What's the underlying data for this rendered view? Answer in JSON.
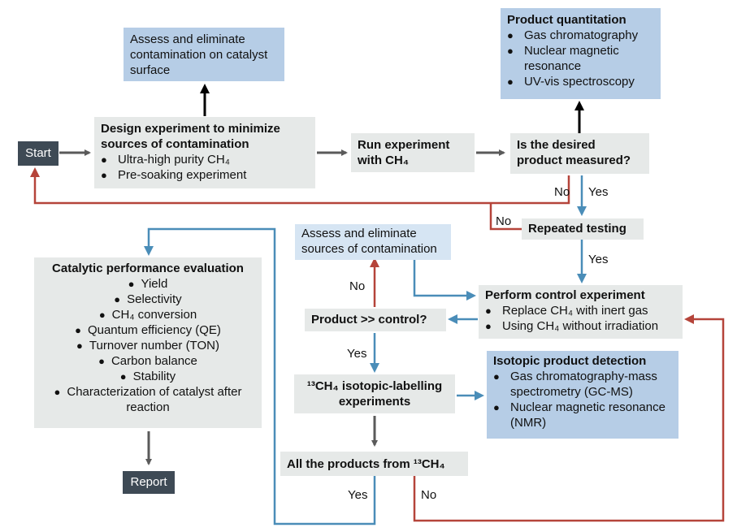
{
  "start": "Start",
  "report": "Report",
  "assess_surface": "Assess and eliminate contamination on catalyst surface",
  "design": {
    "title": "Design experiment to minimize sources of contamination",
    "items": [
      "Ultra-high purity CH₄",
      "Pre-soaking experiment"
    ]
  },
  "run": "Run experiment with CH₄",
  "desired": "Is the desired product measured?",
  "quant": {
    "title": "Product quantitation",
    "items": [
      "Gas chromatography",
      "Nuclear magnetic resonance",
      "UV-vis spectroscopy"
    ]
  },
  "repeated": "Repeated testing",
  "assess_sources": "Assess and eliminate sources of contamination",
  "control": {
    "title": "Perform control experiment",
    "items": [
      "Replace CH₄ with inert gas",
      "Using CH₄ without irradiation"
    ]
  },
  "compare": "Product >> control?",
  "isotope_exp": "¹³CH₄ isotopic-labelling experiments",
  "isotope_detect": {
    "title": "Isotopic product detection",
    "items": [
      "Gas chromatography-mass spectrometry (GC-MS)",
      "Nuclear magnetic resonance (NMR)"
    ]
  },
  "all_products": "All the products from ¹³CH₄",
  "performance": {
    "title": "Catalytic performance evaluation",
    "items": [
      "Yield",
      "Selectivity",
      "CH₄ conversion",
      "Quantum efficiency (QE)",
      "Turnover number (TON)",
      "Carbon balance",
      "Stability",
      "Characterization of catalyst after reaction"
    ]
  },
  "labels": {
    "no_desired": "No",
    "yes_desired": "Yes",
    "no_repeat": "No",
    "yes_repeat": "Yes",
    "no_compare": "No",
    "yes_compare": "Yes",
    "yes_all": "Yes",
    "no_all": "No"
  },
  "colors": {
    "gray_arrow": "#5a5a5a",
    "blue_arrow": "#4a8db8",
    "red_arrow": "#b5443a",
    "black_arrow": "#000000"
  }
}
